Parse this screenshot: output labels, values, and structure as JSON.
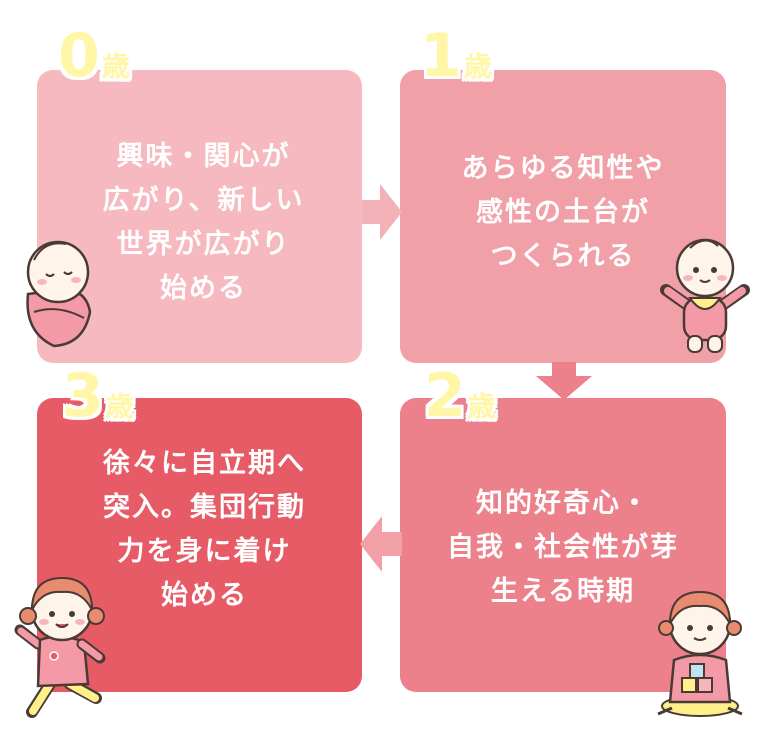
{
  "stages": [
    {
      "age_number": "0",
      "age_unit": "歳",
      "text": "興味・関心が\n広がり、新しい\n世界が広がり\n始める"
    },
    {
      "age_number": "1",
      "age_unit": "歳",
      "text": "あらゆる知性や\n感性の土台が\nつくられる"
    },
    {
      "age_number": "2",
      "age_unit": "歳",
      "text": "知的好奇心・\n自我・社会性が芽\n生える時期"
    },
    {
      "age_number": "3",
      "age_unit": "歳",
      "text": "徐々に自立期へ\n突入。集団行動\n力を身に着け\n始める"
    }
  ],
  "colors": {
    "stage0": "#f5b9bf",
    "stage1": "#f1a0a8",
    "stage2": "#ec808b",
    "stage3": "#e75b67",
    "age_label": "#fff6a8",
    "arrow": "#f3b1b8"
  },
  "illustrations": {
    "stage0": "swaddled-baby-icon",
    "stage1": "standing-baby-icon",
    "stage2": "toddler-with-blocks-icon",
    "stage3": "running-child-icon"
  }
}
